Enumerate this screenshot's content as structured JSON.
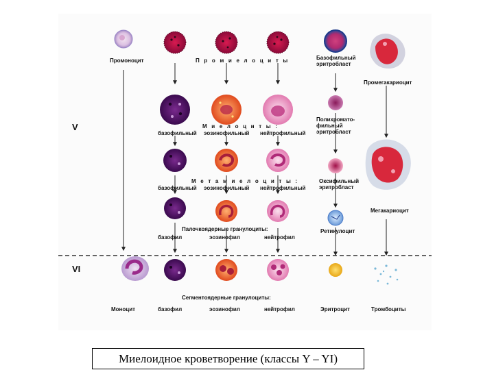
{
  "figure": {
    "class_labels": {
      "class5": "V",
      "class6": "VI"
    },
    "promonocyte": "Промоноцит",
    "promyelocytes": "П р о м и е л о ц и т ы",
    "basophilic_erythroblast": [
      "Базофильный",
      "эритробласт"
    ],
    "promegakaryocyte": "Промегакариоцит",
    "myelocytes": "М и е л о ц и т ы :",
    "polychromatophilic_erythroblast": [
      "Полихромато-",
      "фильный",
      "эритробласт"
    ],
    "metamyelocytes": "М е т а м и е л о ц и т ы :",
    "oxyphilic_erythroblast": [
      "Оксифильный",
      "эритробласт"
    ],
    "megakaryocyte": "Мегакариоцит",
    "band_granulocytes": "Палочкоядерные гранулоциты:",
    "reticulocyte": "Ретикулоцит",
    "segmented_granulocytes": "Сегментоядерные гранулоциты:",
    "row_myelocytes": {
      "basophilic": "базофильный",
      "eosinophilic": "эозинофильный",
      "neutrophilic": "нейтрофильный"
    },
    "row_metamyelocytes": {
      "basophilic": "базофильный",
      "eosinophilic": "эозинофильный",
      "neutrophilic": "нейтрофильный"
    },
    "row_band": {
      "basophil": "базофил",
      "eosinophil": "эозинофил",
      "neutrophil": "нейтрофил"
    },
    "bottom": {
      "monocyte": "Моноцит",
      "basophil": "базофил",
      "eosinophil": "эозинофил",
      "neutrophil": "нейтрофил",
      "erythrocyte": "Эритроцит",
      "platelets": "Тромбоциты"
    }
  },
  "caption": "Миелоидное кроветворение (классы Y – YI)",
  "colors": {
    "basophil": "#5a1a6e",
    "eosinophil": "#e8562a",
    "neutrophil": "#e48ab8",
    "promyelocyte": "#c0144a",
    "erythroblast": "#2a4a9a",
    "erythrocyte": "#f2c224",
    "monocyte": "#c9a5d6",
    "megakaryocyte": "#d8283c",
    "reticulocyte": "#8ab8e8"
  }
}
